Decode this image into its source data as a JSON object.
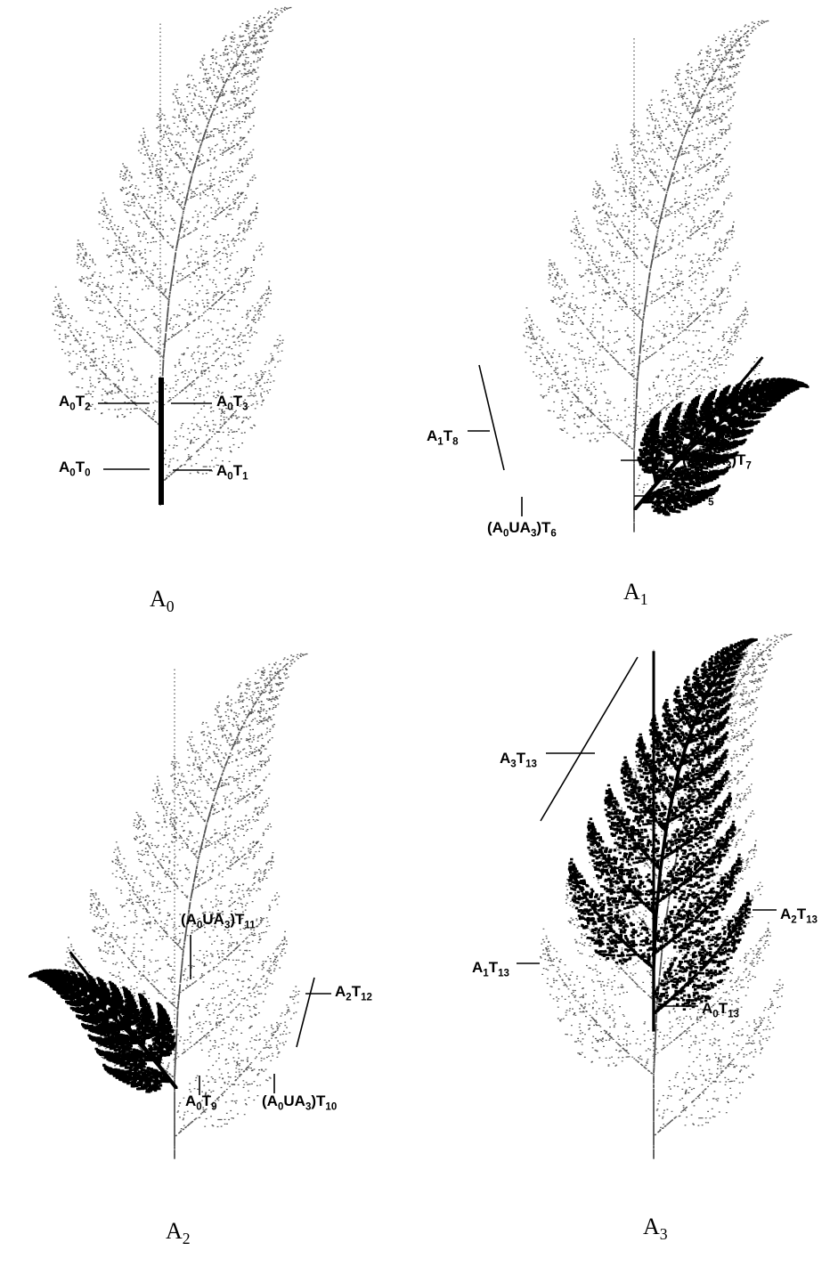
{
  "figure": {
    "panels": [
      {
        "caption": {
          "base": "A",
          "sub": "0"
        },
        "labels": [
          {
            "parts": [
              [
                "A",
                ""
              ],
              [
                "0",
                "sub"
              ],
              [
                "T",
                ""
              ],
              [
                "2",
                "sub"
              ]
            ]
          },
          {
            "parts": [
              [
                "A",
                ""
              ],
              [
                "0",
                "sub"
              ],
              [
                "T",
                ""
              ],
              [
                "3",
                "sub"
              ]
            ]
          },
          {
            "parts": [
              [
                "A",
                ""
              ],
              [
                "0",
                "sub"
              ],
              [
                "T",
                ""
              ],
              [
                "0",
                "sub"
              ]
            ]
          },
          {
            "parts": [
              [
                "A",
                ""
              ],
              [
                "0",
                "sub"
              ],
              [
                "T",
                ""
              ],
              [
                "1",
                "sub"
              ]
            ]
          }
        ]
      },
      {
        "caption": {
          "base": "A",
          "sub": "1"
        },
        "labels": [
          {
            "parts": [
              [
                "A",
                ""
              ],
              [
                "1",
                "sub"
              ],
              [
                "T",
                ""
              ],
              [
                "8",
                "sub"
              ]
            ]
          },
          {
            "parts": [
              [
                "(A",
                ""
              ],
              [
                "0",
                "sub"
              ],
              [
                "UA",
                ""
              ],
              [
                "3",
                "sub"
              ],
              [
                ")T",
                ""
              ],
              [
                "7",
                "sub"
              ]
            ]
          },
          {
            "parts": [
              [
                "A",
                ""
              ],
              [
                "0",
                "sub"
              ],
              [
                "T",
                ""
              ],
              [
                "5",
                "sub"
              ]
            ]
          },
          {
            "parts": [
              [
                "(A",
                ""
              ],
              [
                "0",
                "sub"
              ],
              [
                "UA",
                ""
              ],
              [
                "3",
                "sub"
              ],
              [
                ")T",
                ""
              ],
              [
                "6",
                "sub"
              ]
            ]
          }
        ]
      },
      {
        "caption": {
          "base": "A",
          "sub": "2"
        },
        "labels": [
          {
            "parts": [
              [
                "(A",
                ""
              ],
              [
                "0",
                "sub"
              ],
              [
                "UA",
                ""
              ],
              [
                "3",
                "sub"
              ],
              [
                ")T",
                ""
              ],
              [
                "11",
                "sub"
              ]
            ]
          },
          {
            "parts": [
              [
                "A",
                ""
              ],
              [
                "2",
                "sub"
              ],
              [
                "T",
                ""
              ],
              [
                "12",
                "sub"
              ]
            ]
          },
          {
            "parts": [
              [
                "A",
                ""
              ],
              [
                "0",
                "sub"
              ],
              [
                "T",
                ""
              ],
              [
                "9",
                "sub"
              ]
            ]
          },
          {
            "parts": [
              [
                "(A",
                ""
              ],
              [
                "0",
                "sub"
              ],
              [
                "UA",
                ""
              ],
              [
                "3",
                "sub"
              ],
              [
                ")T",
                ""
              ],
              [
                "10",
                "sub"
              ]
            ]
          }
        ]
      },
      {
        "caption": {
          "base": "A",
          "sub": "3"
        },
        "labels": [
          {
            "parts": [
              [
                "A",
                ""
              ],
              [
                "3",
                "sub"
              ],
              [
                "T",
                ""
              ],
              [
                "13",
                "sub"
              ]
            ]
          },
          {
            "parts": [
              [
                "A",
                ""
              ],
              [
                "2",
                "sub"
              ],
              [
                "T",
                ""
              ],
              [
                "13",
                "sub"
              ]
            ]
          },
          {
            "parts": [
              [
                "A",
                ""
              ],
              [
                "1",
                "sub"
              ],
              [
                "T",
                ""
              ],
              [
                "13",
                "sub"
              ]
            ]
          },
          {
            "parts": [
              [
                "A",
                ""
              ],
              [
                "0",
                "sub"
              ],
              [
                "T",
                ""
              ],
              [
                "13",
                "sub"
              ]
            ]
          }
        ]
      }
    ],
    "colors": {
      "ink": "#000000",
      "dots": "#555555",
      "background": "#ffffff"
    }
  }
}
